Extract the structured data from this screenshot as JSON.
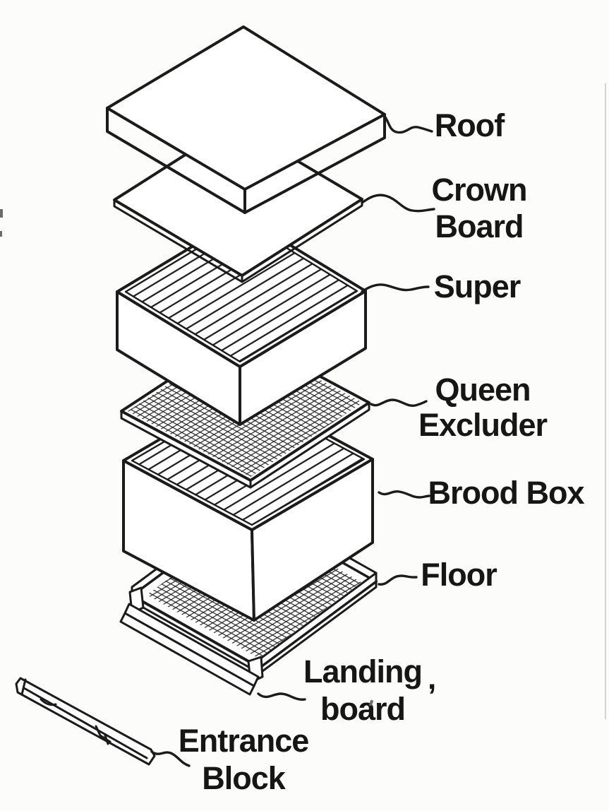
{
  "diagram": {
    "subject": "beehive-exploded-view",
    "colors": {
      "ink": "#1b1b1b",
      "paper": "#fcfcfa"
    },
    "labels": {
      "roof": {
        "text": "Roof"
      },
      "crown_board": {
        "line1": "Crown",
        "line2": "Board"
      },
      "super": {
        "text": "Super"
      },
      "queen_excluder": {
        "line1": "Queen",
        "line2": "Excluder"
      },
      "brood_box": {
        "text": "Brood Box"
      },
      "floor": {
        "text": "Floor"
      },
      "landing_board": {
        "line1": "Landing",
        "line2": "board"
      },
      "entrance_block": {
        "line1": "Entrance",
        "line2": "Block"
      },
      "stray_comma": ","
    },
    "parts": [
      "roof",
      "crown-board",
      "super",
      "queen-excluder",
      "brood-box",
      "floor",
      "landing-board",
      "entrance-block"
    ]
  }
}
